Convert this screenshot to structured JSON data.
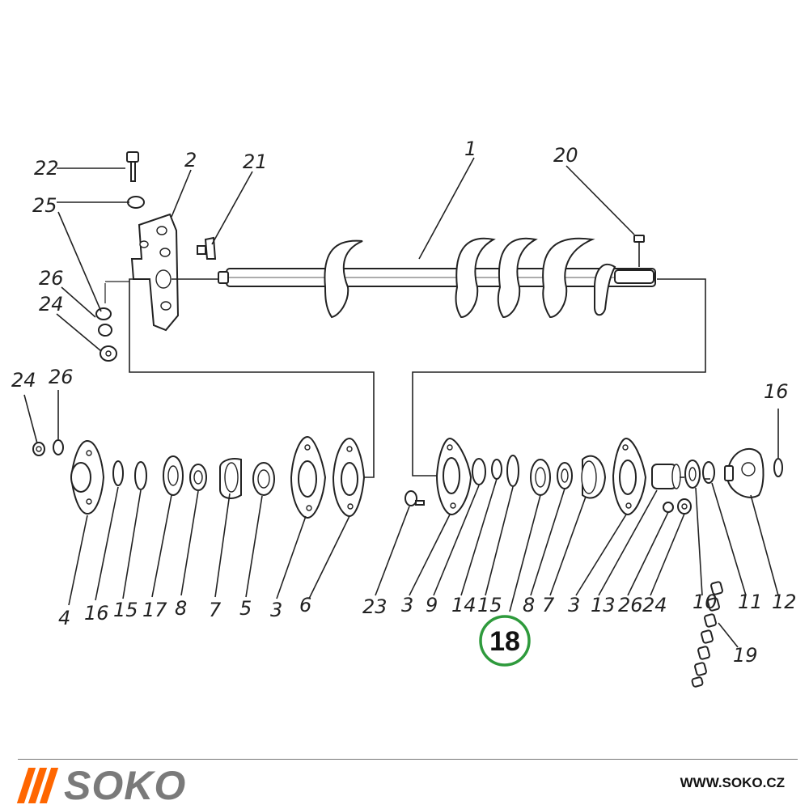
{
  "callouts": [
    {
      "id": "c1",
      "text": "1"
    },
    {
      "id": "c2",
      "text": "2"
    },
    {
      "id": "c20",
      "text": "20"
    },
    {
      "id": "c21",
      "text": "21"
    },
    {
      "id": "c22",
      "text": "22"
    },
    {
      "id": "c25",
      "text": "25"
    },
    {
      "id": "c26a",
      "text": "26"
    },
    {
      "id": "c24a",
      "text": "24"
    },
    {
      "id": "c24b",
      "text": "24"
    },
    {
      "id": "c26b",
      "text": "26"
    },
    {
      "id": "c16a",
      "text": "16"
    },
    {
      "id": "cL4",
      "text": "4"
    },
    {
      "id": "cL16",
      "text": "16"
    },
    {
      "id": "cL15",
      "text": "15"
    },
    {
      "id": "cL17",
      "text": "17"
    },
    {
      "id": "cL8",
      "text": "8"
    },
    {
      "id": "cL7",
      "text": "7"
    },
    {
      "id": "cL5",
      "text": "5"
    },
    {
      "id": "cL3",
      "text": "3"
    },
    {
      "id": "cL6",
      "text": "6"
    },
    {
      "id": "cR23",
      "text": "23"
    },
    {
      "id": "cR3",
      "text": "3"
    },
    {
      "id": "cR9",
      "text": "9"
    },
    {
      "id": "cR14",
      "text": "14"
    },
    {
      "id": "cR15",
      "text": "15"
    },
    {
      "id": "cR8",
      "text": "8"
    },
    {
      "id": "cR7",
      "text": "7"
    },
    {
      "id": "cR3b",
      "text": "3"
    },
    {
      "id": "cR13",
      "text": "13"
    },
    {
      "id": "cR26",
      "text": "26"
    },
    {
      "id": "cR24",
      "text": "24"
    },
    {
      "id": "cR10",
      "text": "10"
    },
    {
      "id": "cR11",
      "text": "11"
    },
    {
      "id": "cR12",
      "text": "12"
    },
    {
      "id": "cR19",
      "text": "19"
    }
  ],
  "highlight": {
    "text": "18",
    "ring_color": "#2e9a3c"
  },
  "brand": {
    "name": "SOKO",
    "accent_color": "#ff6600",
    "name_color": "#7a7a7a"
  },
  "website": "WWW.SOKO.CZ"
}
